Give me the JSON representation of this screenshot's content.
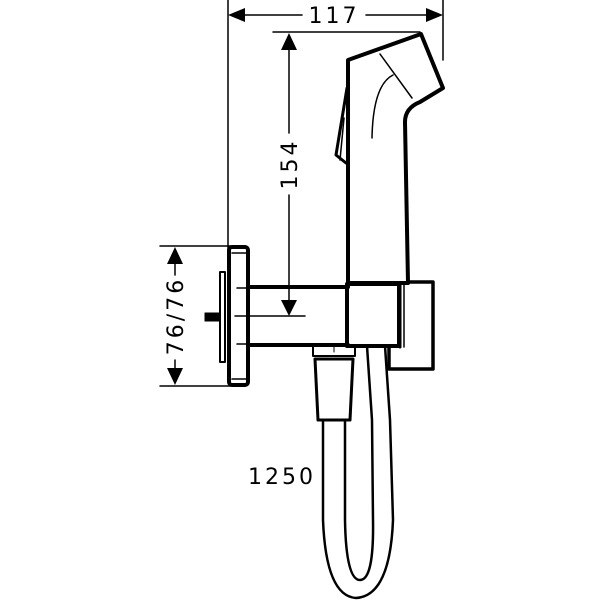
{
  "drawing": {
    "title": "Bidet hand shower with wall outlet and hose - dimension drawing",
    "stroke_color": "#000000",
    "background": "#ffffff"
  },
  "dimensions": {
    "overall_width": "117",
    "handset_height": "154",
    "wall_plate": "76/76",
    "hose_length": "1250"
  }
}
